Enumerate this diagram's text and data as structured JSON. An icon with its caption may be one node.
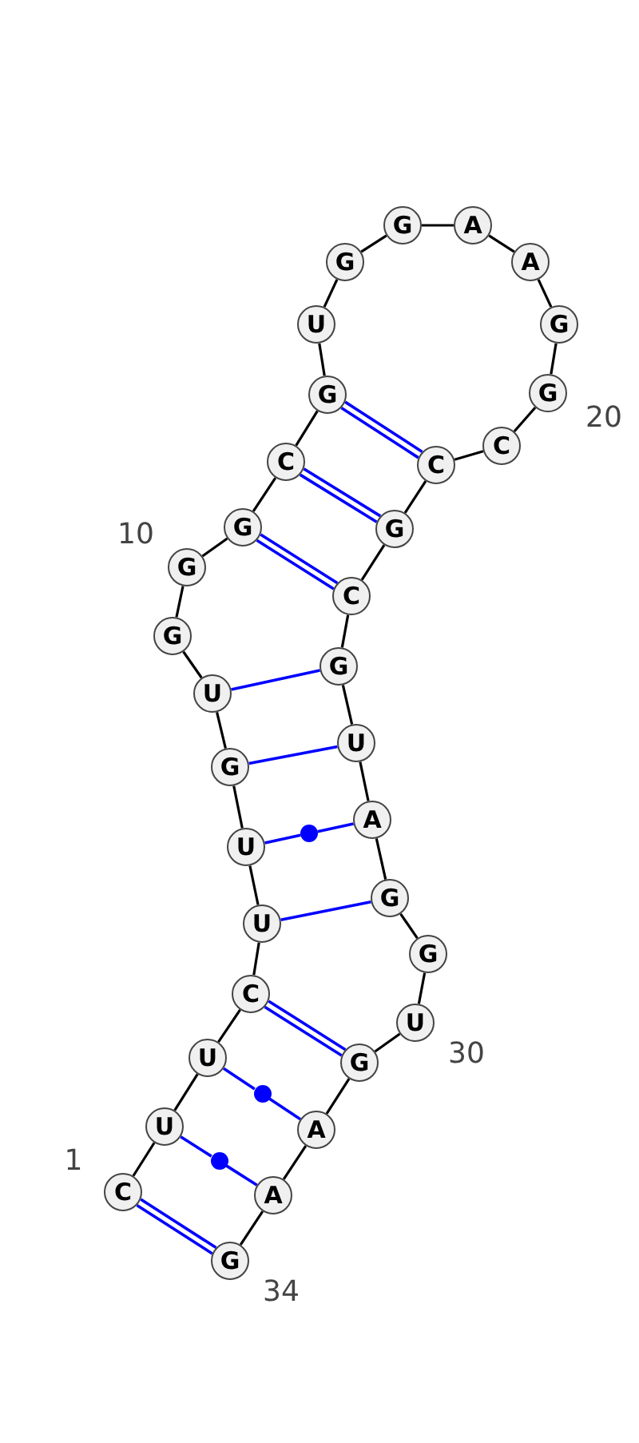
{
  "diagram": {
    "nodes": [
      {
        "text": [
          "C"
        ],
        "beside": [
          "1"
        ]
      },
      {
        "text": [
          "U"
        ]
      },
      {
        "text": [
          "U"
        ]
      },
      {
        "text": [
          "C"
        ]
      },
      {
        "text": [
          "U"
        ]
      },
      {
        "text": [
          "U"
        ]
      },
      {
        "text": [
          "G"
        ]
      },
      {
        "text": [
          "U"
        ]
      },
      {
        "text": [
          "G"
        ]
      },
      {
        "text": [
          "G"
        ],
        "beside": [
          "10"
        ]
      },
      {
        "text": [
          "G"
        ]
      },
      {
        "text": [
          "C"
        ]
      },
      {
        "text": [
          "G"
        ]
      },
      {
        "text": [
          "U"
        ]
      },
      {
        "text": [
          "G"
        ]
      },
      {
        "text": [
          "G"
        ]
      },
      {
        "text": [
          "A"
        ]
      },
      {
        "text": [
          "A"
        ]
      },
      {
        "text": [
          "G"
        ]
      },
      {
        "text": [
          "G"
        ],
        "beside": [
          "20"
        ]
      },
      {
        "text": [
          "C"
        ]
      },
      {
        "text": [
          "C"
        ]
      },
      {
        "text": [
          "G"
        ]
      },
      {
        "text": [
          "C"
        ]
      },
      {
        "text": [
          "G"
        ]
      },
      {
        "text": [
          "U"
        ]
      },
      {
        "text": [
          "A"
        ]
      },
      {
        "text": [
          "G"
        ]
      },
      {
        "text": [
          "G"
        ]
      },
      {
        "text": [
          "U"
        ],
        "beside": [
          "30"
        ]
      },
      {
        "text": [
          "G"
        ]
      },
      {
        "text": [
          "A"
        ]
      },
      {
        "text": [
          "A"
        ]
      },
      {
        "text": [
          "G"
        ],
        "beside": [
          "34"
        ]
      },
      {
        "text": [],
        "shape": "circle"
      },
      {
        "text": [],
        "shape": "circle"
      },
      {
        "text": [],
        "shape": "circle"
      }
    ],
    "edges": [
      {
        "from": 0,
        "to": 1,
        "arrow": "none"
      },
      {
        "from": 1,
        "to": 2,
        "arrow": "none"
      },
      {
        "from": 2,
        "to": 3,
        "arrow": "none"
      },
      {
        "from": 3,
        "to": 4,
        "arrow": "none"
      },
      {
        "from": 4,
        "to": 5,
        "arrow": "none"
      },
      {
        "from": 5,
        "to": 6,
        "arrow": "none"
      },
      {
        "from": 6,
        "to": 7,
        "arrow": "none"
      },
      {
        "from": 7,
        "to": 8,
        "arrow": "none"
      },
      {
        "from": 8,
        "to": 9,
        "arrow": "none"
      },
      {
        "from": 9,
        "to": 10,
        "arrow": "none"
      },
      {
        "from": 10,
        "to": 11,
        "arrow": "none"
      },
      {
        "from": 11,
        "to": 12,
        "arrow": "none"
      },
      {
        "from": 12,
        "to": 13,
        "arrow": "none"
      },
      {
        "from": 13,
        "to": 14,
        "arrow": "none"
      },
      {
        "from": 14,
        "to": 15,
        "arrow": "none"
      },
      {
        "from": 15,
        "to": 16,
        "arrow": "none"
      },
      {
        "from": 16,
        "to": 17,
        "arrow": "none"
      },
      {
        "from": 17,
        "to": 18,
        "arrow": "none"
      },
      {
        "from": 18,
        "to": 19,
        "arrow": "none"
      },
      {
        "from": 19,
        "to": 20,
        "arrow": "none"
      },
      {
        "from": 20,
        "to": 21,
        "arrow": "none"
      },
      {
        "from": 21,
        "to": 22,
        "arrow": "none"
      },
      {
        "from": 22,
        "to": 23,
        "arrow": "none"
      },
      {
        "from": 23,
        "to": 24,
        "arrow": "none"
      },
      {
        "from": 24,
        "to": 25,
        "arrow": "none"
      },
      {
        "from": 25,
        "to": 26,
        "arrow": "none"
      },
      {
        "from": 26,
        "to": 27,
        "arrow": "none"
      },
      {
        "from": 27,
        "to": 28,
        "arrow": "none"
      },
      {
        "from": 28,
        "to": 29,
        "arrow": "none"
      },
      {
        "from": 29,
        "to": 30,
        "arrow": "none"
      },
      {
        "from": 30,
        "to": 31,
        "arrow": "none"
      },
      {
        "from": 31,
        "to": 32,
        "arrow": "none"
      },
      {
        "from": 32,
        "to": 33,
        "arrow": "none"
      },
      {
        "from": 0,
        "to": 33,
        "arrow": "none",
        "color": "#0000ff"
      },
      {
        "from": 0,
        "to": 33,
        "arrow": "none",
        "color": "#0000ff"
      },
      {
        "from": 1,
        "to": 34,
        "arrow": "none",
        "color": "#0000ff"
      },
      {
        "from": 34,
        "to": 32,
        "arrow": "none",
        "color": "#0000ff"
      },
      {
        "from": 2,
        "to": 35,
        "arrow": "none",
        "color": "#0000ff"
      },
      {
        "from": 35,
        "to": 31,
        "arrow": "none",
        "color": "#0000ff"
      },
      {
        "from": 3,
        "to": 30,
        "arrow": "none",
        "color": "#0000ff"
      },
      {
        "from": 3,
        "to": 30,
        "arrow": "none",
        "color": "#0000ff"
      },
      {
        "from": 4,
        "to": 27,
        "arrow": "none",
        "color": "#0000ff"
      },
      {
        "from": 5,
        "to": 36,
        "arrow": "none",
        "color": "#0000ff"
      },
      {
        "from": 36,
        "to": 26,
        "arrow": "none",
        "color": "#0000ff"
      },
      {
        "from": 6,
        "to": 25,
        "arrow": "none",
        "color": "#0000ff"
      },
      {
        "from": 7,
        "to": 24,
        "arrow": "none",
        "color": "#0000ff"
      },
      {
        "from": 10,
        "to": 23,
        "arrow": "none",
        "color": "#0000ff"
      },
      {
        "from": 10,
        "to": 23,
        "arrow": "none",
        "color": "#0000ff"
      },
      {
        "from": 11,
        "to": 22,
        "arrow": "none",
        "color": "#0000ff"
      },
      {
        "from": 11,
        "to": 22,
        "arrow": "none",
        "color": "#0000ff"
      },
      {
        "from": 12,
        "to": 21,
        "arrow": "none",
        "color": "#0000ff"
      },
      {
        "from": 12,
        "to": 21,
        "arrow": "none",
        "color": "#0000ff"
      }
    ]
  }
}
